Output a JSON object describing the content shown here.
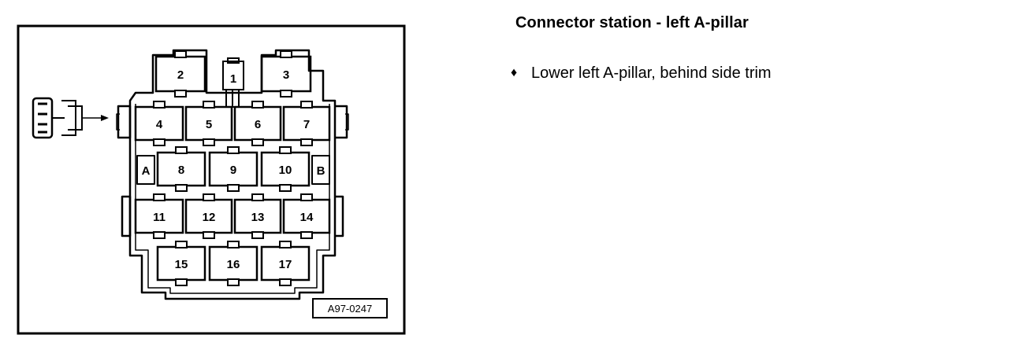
{
  "title": "Connector station - left A-pillar",
  "bullets": [
    {
      "marker": "♦",
      "text": "Lower left A-pillar, behind side trim"
    }
  ],
  "figure_id": "A97-0247",
  "connectors": [
    {
      "row": 0,
      "labels": [
        "2",
        "1",
        "3"
      ]
    },
    {
      "row": 1,
      "labels": [
        "4",
        "5",
        "6",
        "7"
      ]
    },
    {
      "row": 2,
      "labels": [
        "8",
        "9",
        "10"
      ]
    },
    {
      "row": 3,
      "labels": [
        "11",
        "12",
        "13",
        "14"
      ]
    },
    {
      "row": 4,
      "labels": [
        "15",
        "16",
        "17"
      ]
    }
  ],
  "side_labels": {
    "left": "A",
    "right": "B"
  }
}
